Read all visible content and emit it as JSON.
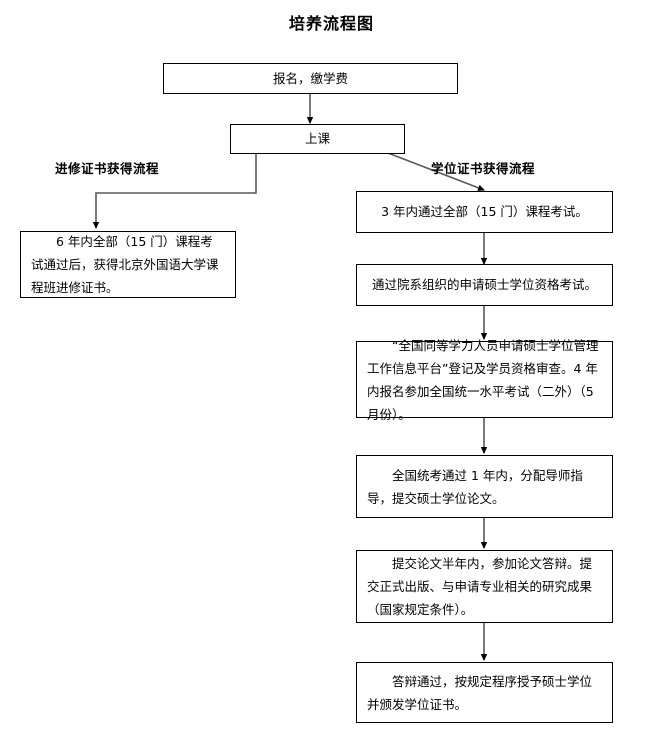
{
  "title": "培养流程图",
  "branch_labels": {
    "left": "进修证书获得流程",
    "right": "学位证书获得流程"
  },
  "nodes": {
    "enroll": "报名，缴学费",
    "class": "上课",
    "left_cert": "6 年内全部（15 门）课程考试通过后，获得北京外国语大学课程班进修证书。",
    "right_1": "3 年内通过全部（15 门）课程考试。",
    "right_2": "通过院系组织的申请硕士学位资格考试。",
    "right_3": "“全国同等学力人员申请硕士学位管理工作信息平台”登记及学员资格审查。4 年内报名参加全国统一水平考试（二外）（5 月份）。",
    "right_4": "全国统考通过 1 年内，分配导师指导，提交硕士学位论文。",
    "right_5": "提交论文半年内，参加论文答辩。提交正式出版、与申请专业相关的研究成果（国家规定条件）。",
    "right_6": "答辩通过，按规定程序授予硕士学位并颁发学位证书。"
  },
  "colors": {
    "stroke": "#000000",
    "connector": "#595959",
    "background": "#ffffff",
    "text": "#000000"
  }
}
